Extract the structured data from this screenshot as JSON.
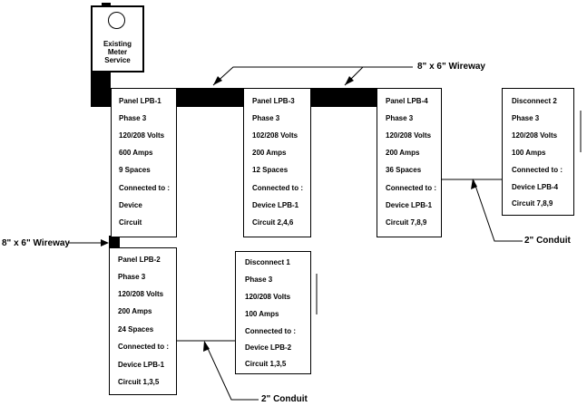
{
  "meter": {
    "lines": [
      "Existing",
      "Meter",
      "Service"
    ]
  },
  "wireway_top": "8\" x 6\" Wireway",
  "wireway_left": "8\" x 6\" Wireway",
  "conduit_right": "2\" Conduit",
  "conduit_bottom": "2\" Conduit",
  "panels": {
    "lpb1": [
      "Panel LPB-1",
      "Phase 3",
      "120/208 Volts",
      "600 Amps",
      "9 Spaces",
      "Connected to :",
      "Device",
      "Circuit"
    ],
    "lpb3": [
      "Panel LPB-3",
      "Phase 3",
      "102/208 Volts",
      "200 Amps",
      "12 Spaces",
      "Connected to :",
      "Device LPB-1",
      "Circuit 2,4,6"
    ],
    "lpb4": [
      "Panel LPB-4",
      "Phase 3",
      "120/208 Volts",
      "200 Amps",
      "36 Spaces",
      "Connected to :",
      "Device LPB-1",
      "Circuit 7,8,9"
    ],
    "lpb2": [
      "Panel LPB-2",
      "Phase 3",
      "120/208 Volts",
      "200 Amps",
      "24 Spaces",
      "Connected to :",
      "Device LPB-1",
      "Circuit 1,3,5"
    ]
  },
  "disconnects": {
    "d2": [
      "Disconnect 2",
      "Phase 3",
      "120/208 Volts",
      "100 Amps",
      "Connected to :",
      "Device LPB-4",
      "Circuit 7,8,9"
    ],
    "d1": [
      "Disconnect 1",
      "Phase 3",
      "120/208 Volts",
      "100 Amps",
      "Connected to :",
      "Device LPB-2",
      "Circuit 1,3,5"
    ]
  }
}
